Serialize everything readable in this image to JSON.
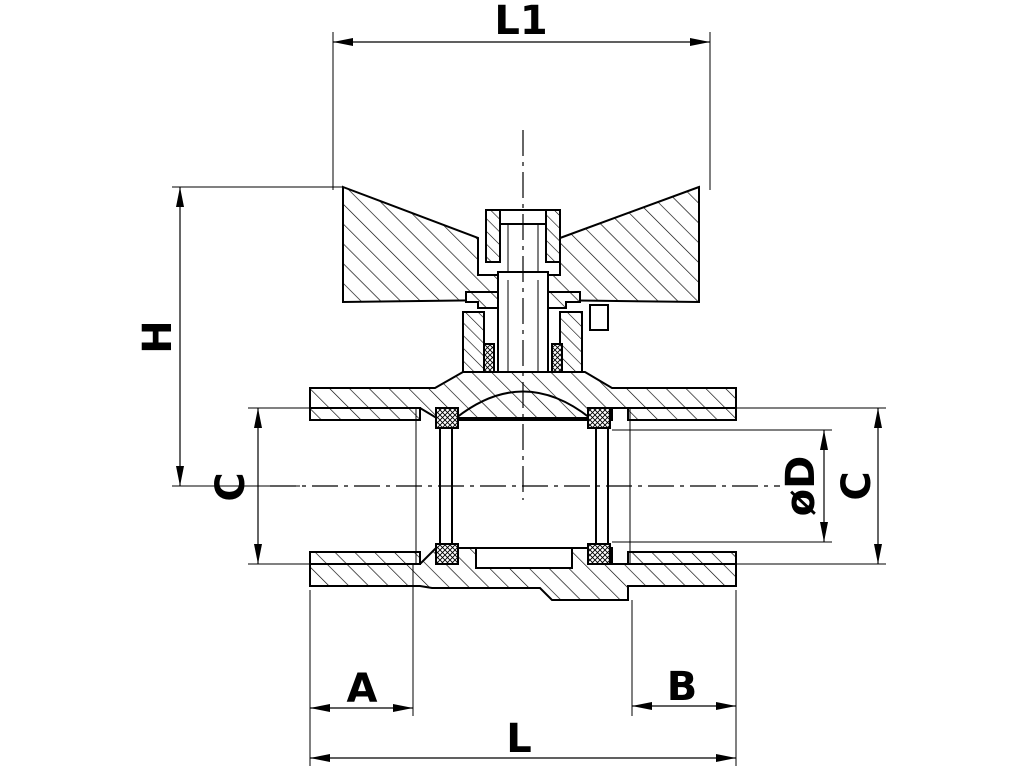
{
  "labels": {
    "l1": "L1",
    "h": "H",
    "c_left": "C",
    "c_right": "C",
    "od": "øD",
    "a": "A",
    "b": "B",
    "l": "L"
  }
}
